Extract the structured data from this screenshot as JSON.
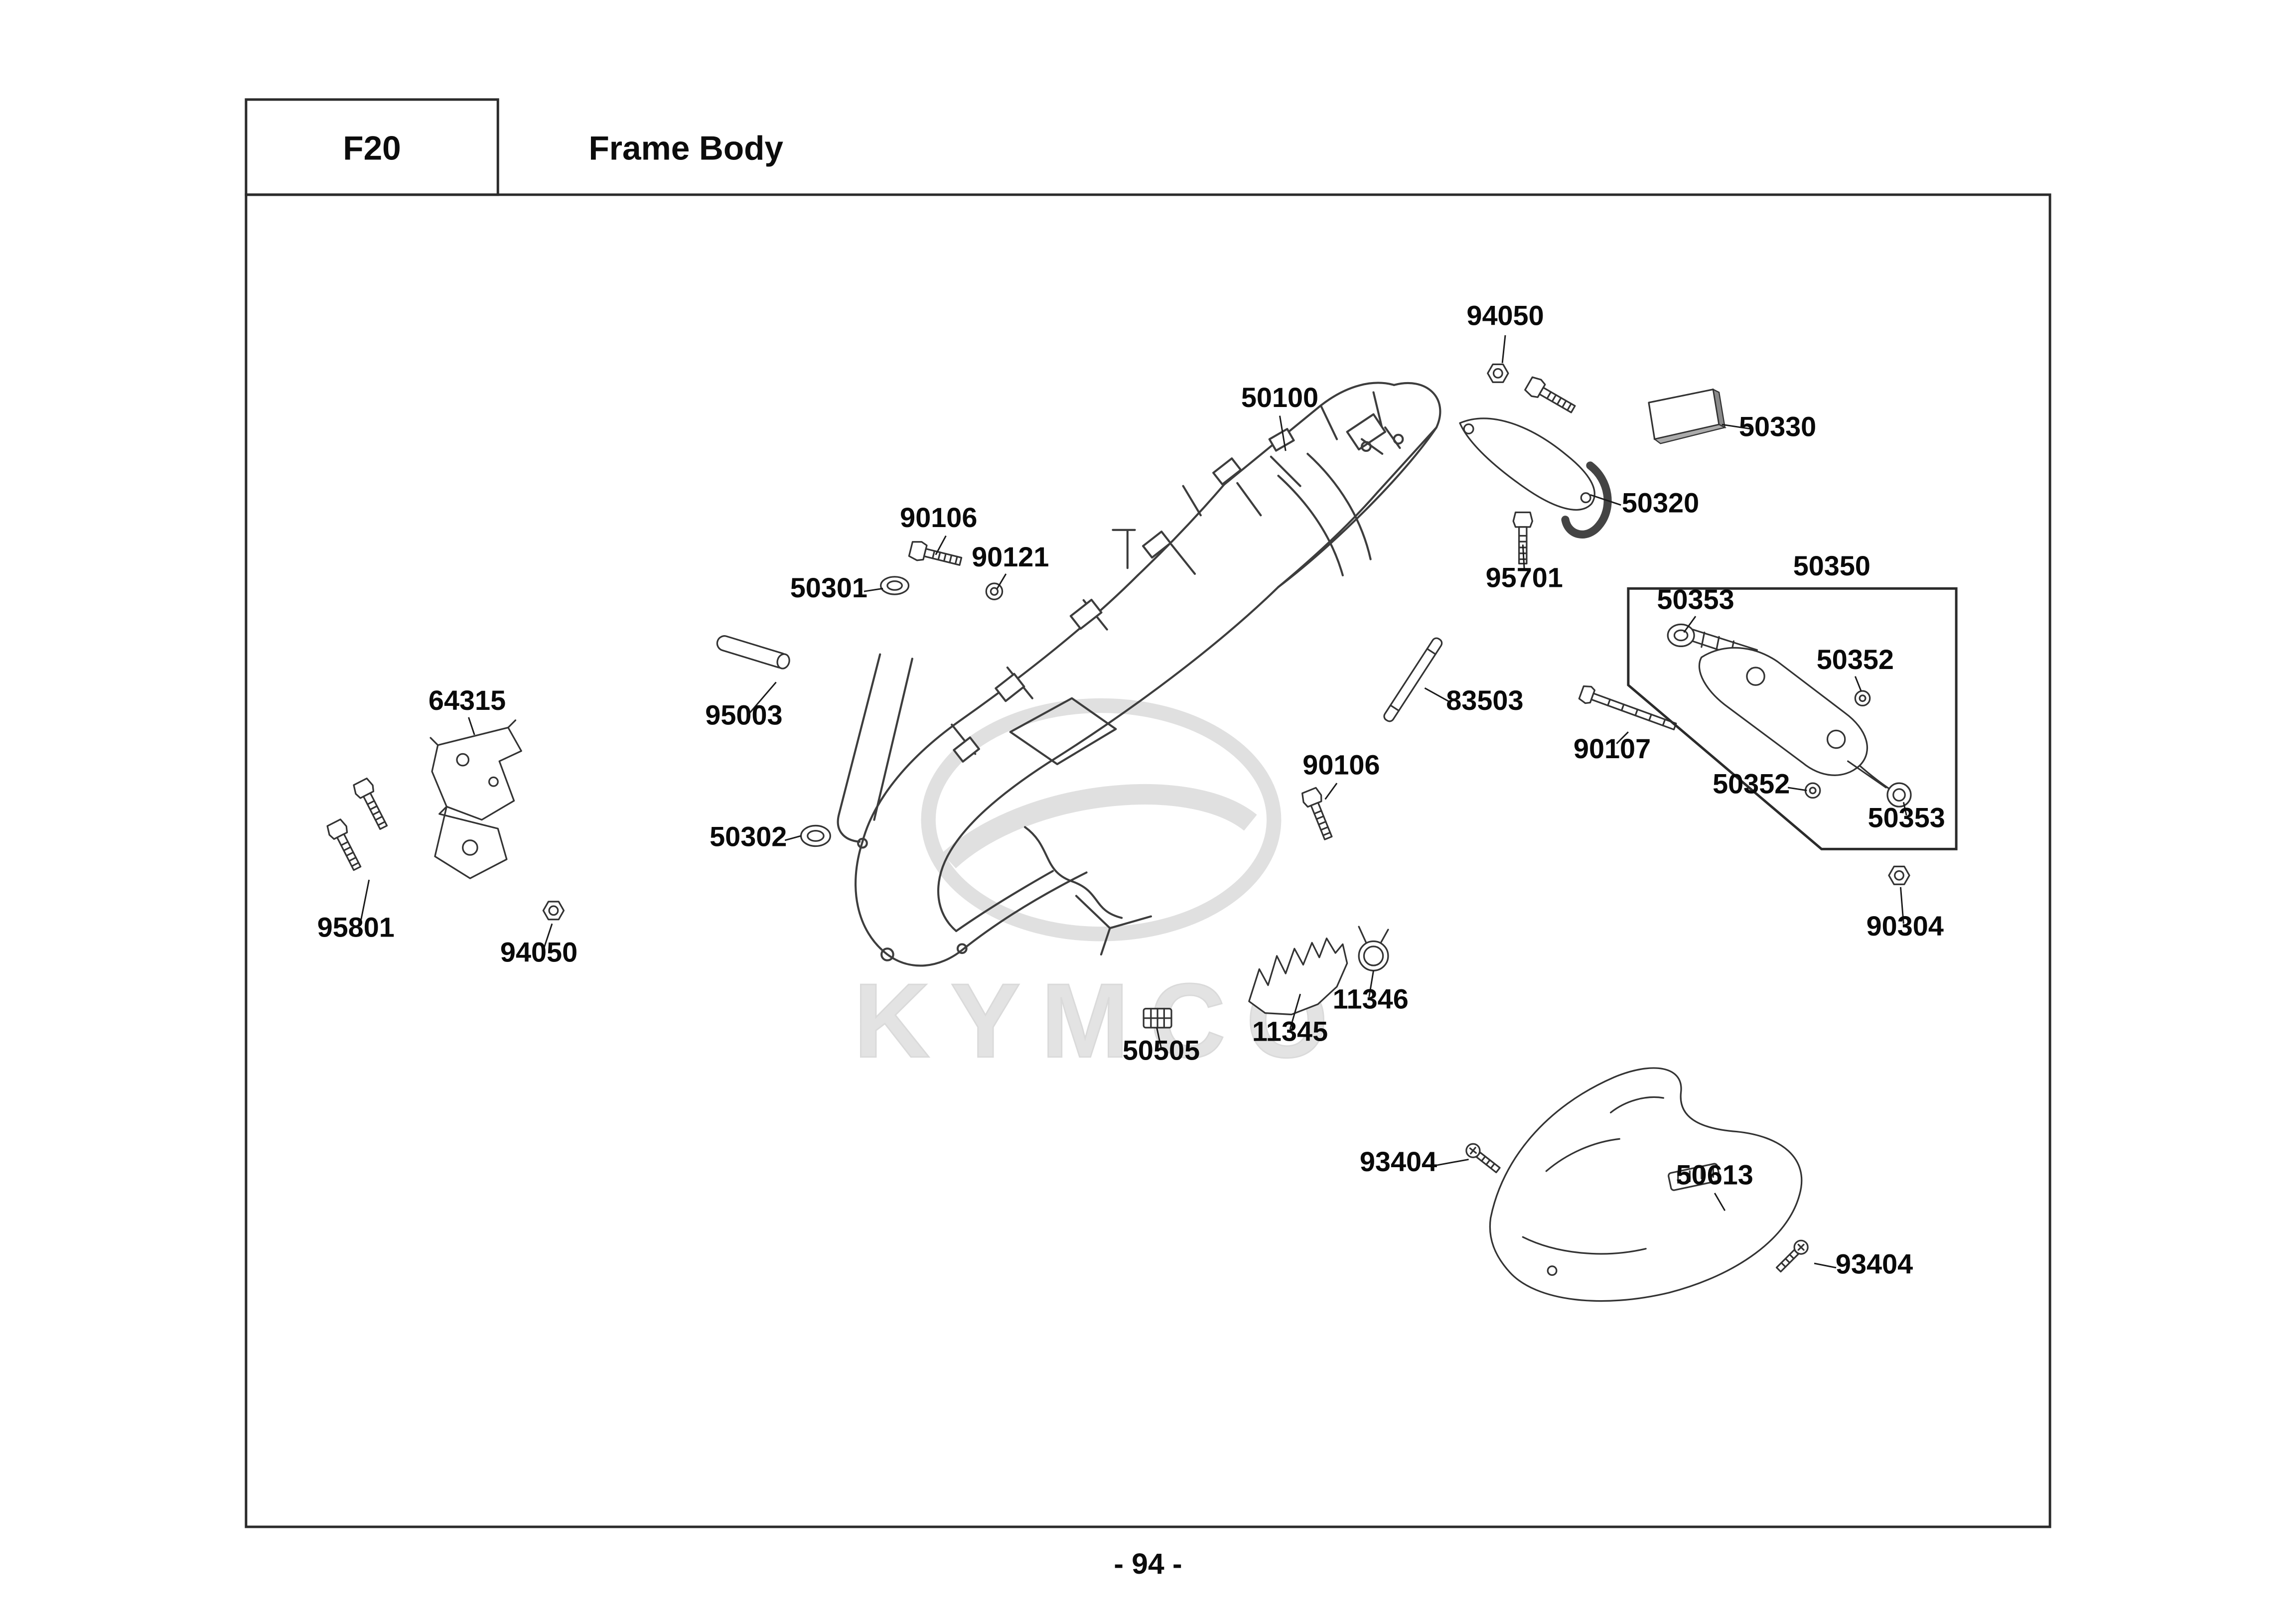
{
  "header": {
    "code": "F20",
    "title": "Frame Body"
  },
  "watermark": {
    "text": "KYMCO"
  },
  "footer": {
    "page_number": "- 94 -"
  },
  "diagram": {
    "part_labels": [
      "94050",
      "50330",
      "50100",
      "50320",
      "95701",
      "90106",
      "90121",
      "50301",
      "50350",
      "50353",
      "50352",
      "83503",
      "90107",
      "50352",
      "50353",
      "90106",
      "95003",
      "64315",
      "50302",
      "90304",
      "95801",
      "94050",
      "50505",
      "11345",
      "11346",
      "93404",
      "50613",
      "93404"
    ]
  }
}
